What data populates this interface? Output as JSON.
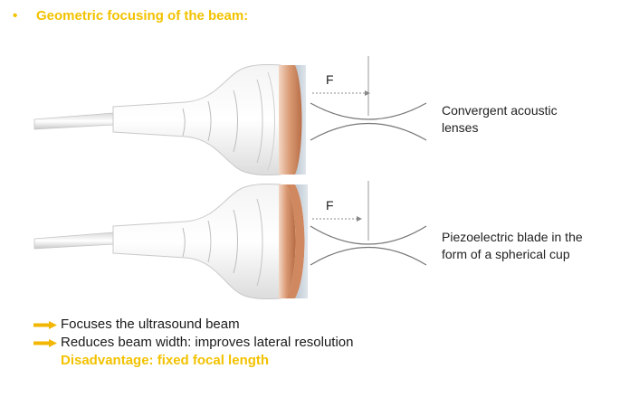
{
  "header": {
    "bullet": "•",
    "title": "Geometric focusing of the beam:"
  },
  "probe_top": {
    "focus_label": "F",
    "caption_line1": "Convergent acoustic",
    "caption_line2": "lenses"
  },
  "probe_bottom": {
    "focus_label": "F",
    "caption_line1": "Piezoelectric blade in the",
    "caption_line2": "form of a spherical cup"
  },
  "points": {
    "item1": "Focuses the ultrasound beam",
    "item2": "Reduces beam width: improves lateral resolution",
    "disadvantage": "Disadvantage: fixed focal length"
  },
  "colors": {
    "accent": "#f2c200",
    "copper": "#d99a73",
    "arrow": "#f2b705"
  },
  "icons": {
    "bullet_arrow": "arrow-right-icon"
  }
}
